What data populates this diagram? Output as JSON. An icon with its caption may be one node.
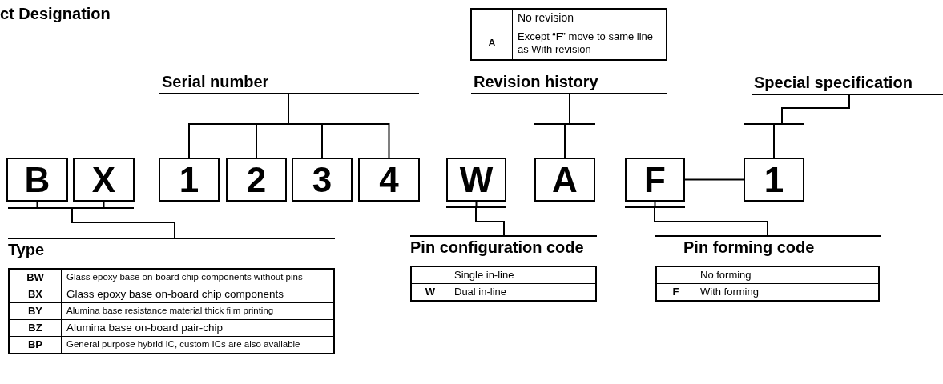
{
  "diagram": {
    "title": "ct Designation",
    "nodes": [
      {
        "text": [
          "Serial number"
        ]
      },
      {
        "text": [
          "Revision history"
        ]
      },
      {
        "text": [
          "Special specification"
        ]
      },
      {
        "text": [
          "B"
        ]
      },
      {
        "text": [
          "X"
        ]
      },
      {
        "text": [
          "1"
        ]
      },
      {
        "text": [
          "2"
        ]
      },
      {
        "text": [
          "3"
        ]
      },
      {
        "text": [
          "4"
        ]
      },
      {
        "text": [
          "W"
        ]
      },
      {
        "text": [
          "A"
        ]
      },
      {
        "text": [
          "F"
        ]
      },
      {
        "text": [
          "1"
        ]
      },
      {
        "text": [
          "Type"
        ]
      },
      {
        "text": [
          "Pin configuration code"
        ]
      },
      {
        "text": [
          "Pin forming code"
        ]
      }
    ],
    "edges": [
      {
        "from": 0,
        "to": 5,
        "arrow": "none"
      },
      {
        "from": 0,
        "to": 6,
        "arrow": "none"
      },
      {
        "from": 0,
        "to": 7,
        "arrow": "none"
      },
      {
        "from": 0,
        "to": 8,
        "arrow": "none"
      },
      {
        "from": 1,
        "to": 10,
        "arrow": "none"
      },
      {
        "from": 2,
        "to": 12,
        "arrow": "none"
      },
      {
        "from": 13,
        "to": 3,
        "arrow": "none"
      },
      {
        "from": 13,
        "to": 4,
        "arrow": "none"
      },
      {
        "from": 14,
        "to": 9,
        "arrow": "none"
      },
      {
        "from": 15,
        "to": 11,
        "arrow": "none"
      },
      {
        "from": 11,
        "to": 12,
        "arrow": "none"
      }
    ],
    "labels": [
      "No revision",
      "A",
      "Except “F” move to same line as With revision",
      "BW",
      "Glass epoxy base on-board chip components without pins",
      "BX",
      "Glass epoxy base on-board chip components",
      "BY",
      "Alumina base resistance material thick film printing",
      "BZ",
      "Alumina base on-board pair-chip",
      "BP",
      "General purpose hybrid IC, custom ICs are also available",
      "Single in-line",
      "W",
      "Dual in-line",
      "No forming",
      "F",
      "With forming"
    ]
  }
}
